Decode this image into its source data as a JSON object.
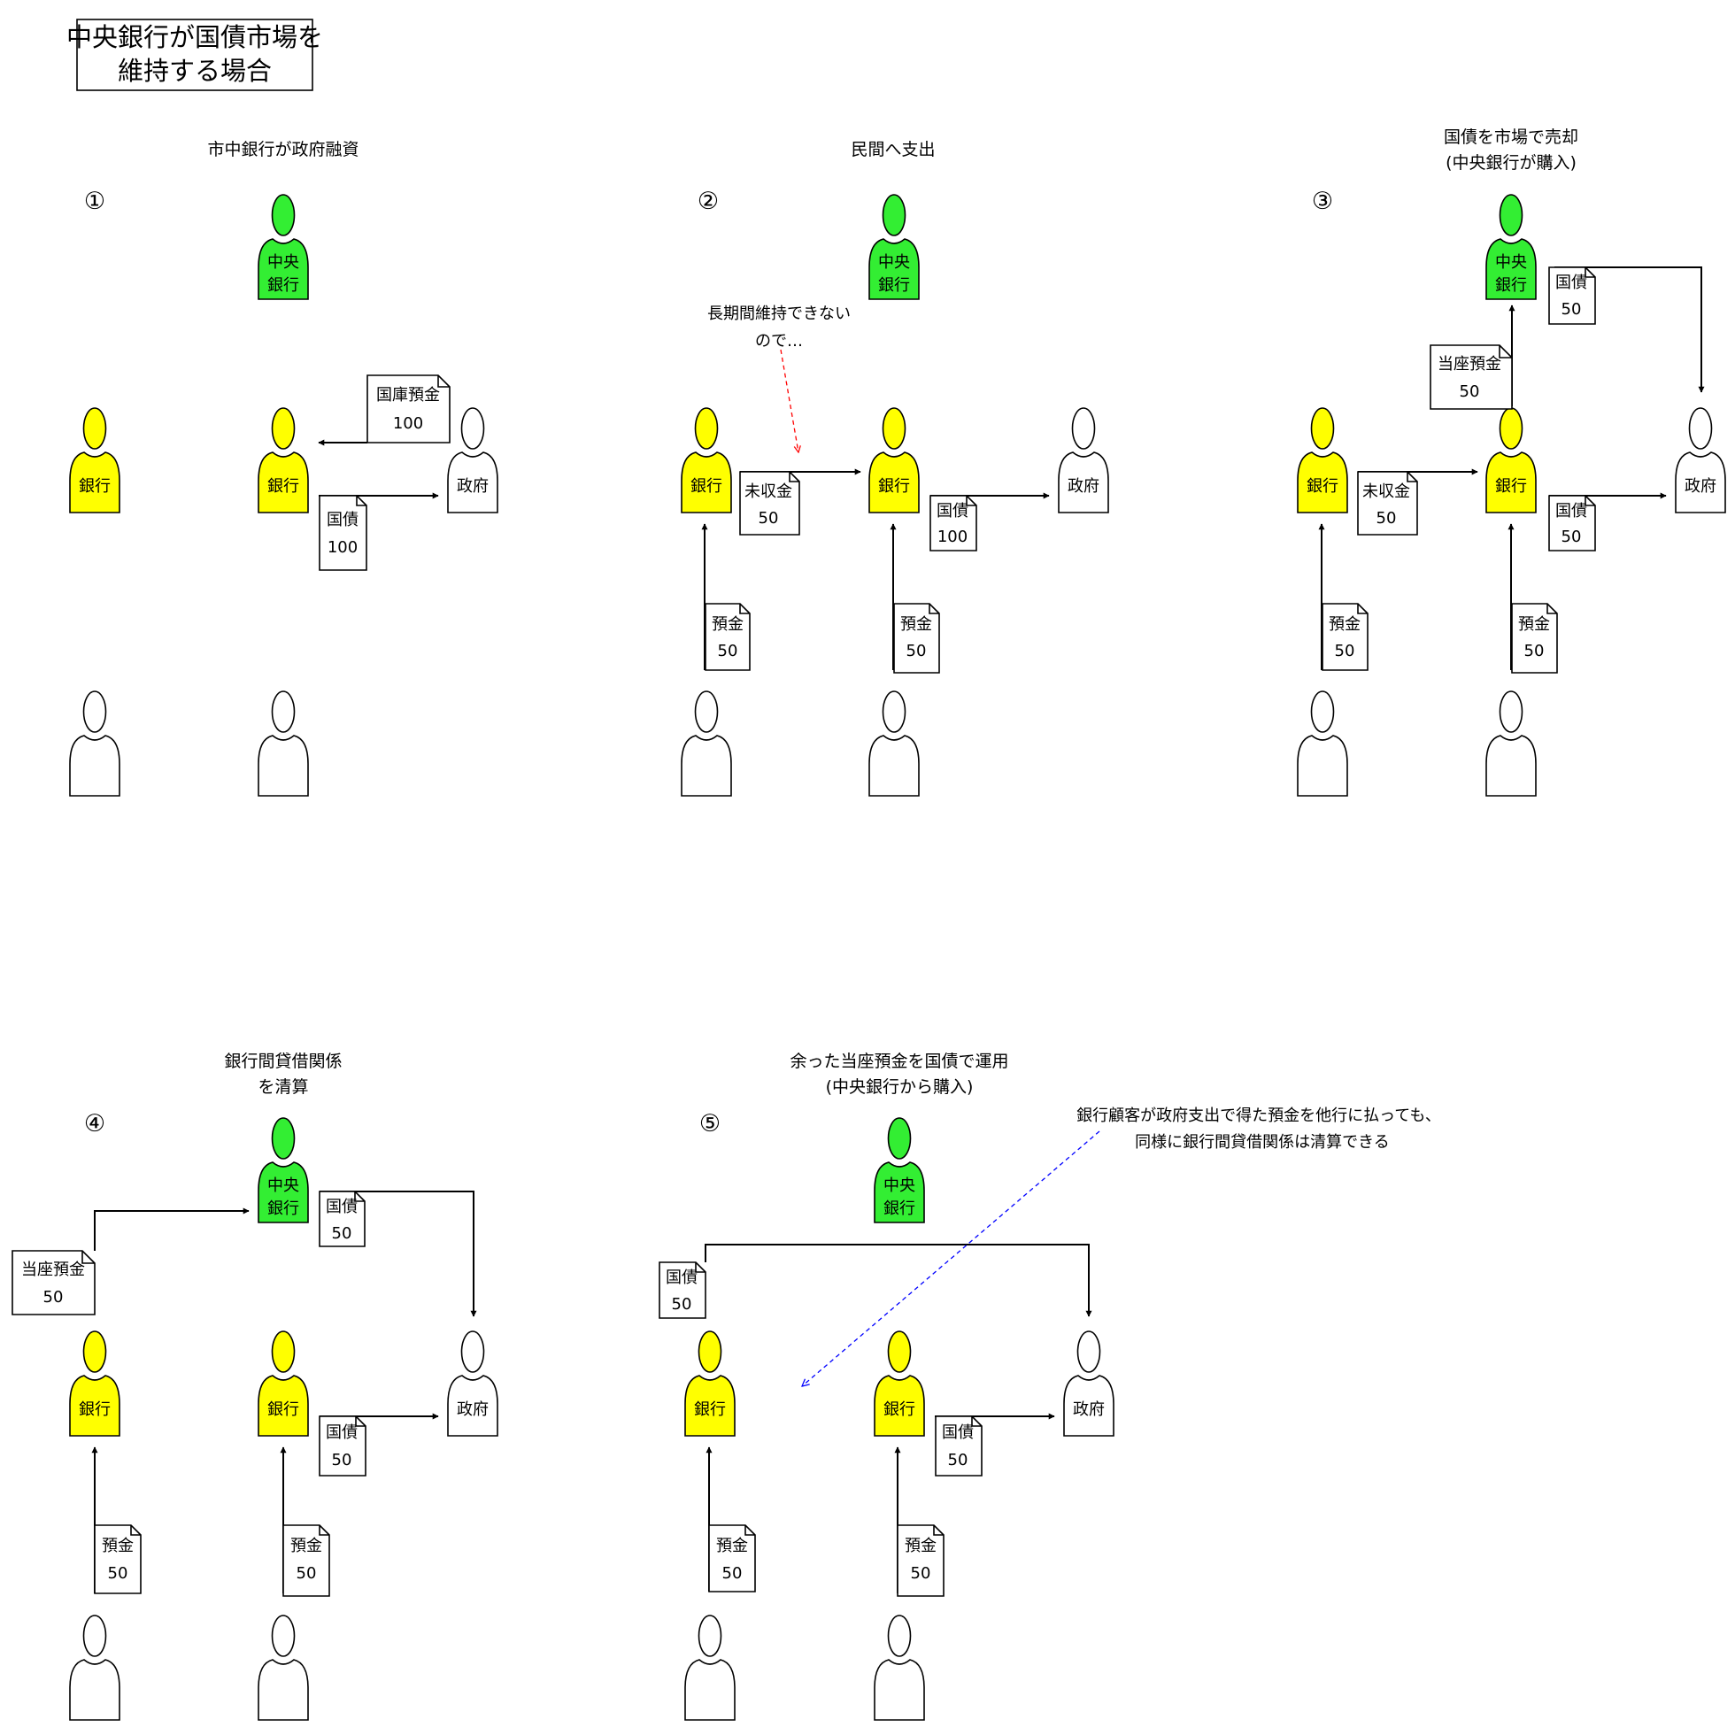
{
  "title": {
    "line1": "中央銀行が国債市場を",
    "line2": "維持する場合"
  },
  "labels": {
    "central_bank_l1": "中央",
    "central_bank_l2": "銀行",
    "bank": "銀行",
    "government": "政府"
  },
  "colors": {
    "central_bank": "#33ee33",
    "bank": "#ffff00",
    "person": "#ffffff",
    "note_red": "#ff0000",
    "note_blue": "#0000ff"
  },
  "icons": {
    "person": "person-icon",
    "document": "document-icon",
    "arrow": "arrow-icon"
  },
  "panels": [
    {
      "number": "①",
      "heading": [
        "市中銀行が政府融資"
      ],
      "docs": [
        {
          "l1": "国庫預金",
          "l2": "100"
        },
        {
          "l1": "国債",
          "l2": "100"
        }
      ]
    },
    {
      "number": "②",
      "heading": [
        "民間へ支出"
      ],
      "note": [
        "長期間維持できない",
        "ので…"
      ],
      "docs": [
        {
          "l1": "未収金",
          "l2": "50"
        },
        {
          "l1": "国債",
          "l2": "100"
        },
        {
          "l1": "預金",
          "l2": "50"
        },
        {
          "l1": "預金",
          "l2": "50"
        }
      ]
    },
    {
      "number": "③",
      "heading": [
        "国債を市場で売却",
        "(中央銀行が購入)"
      ],
      "docs": [
        {
          "l1": "国債",
          "l2": "50"
        },
        {
          "l1": "当座預金",
          "l2": "50"
        },
        {
          "l1": "未収金",
          "l2": "50"
        },
        {
          "l1": "国債",
          "l2": "50"
        },
        {
          "l1": "預金",
          "l2": "50"
        },
        {
          "l1": "預金",
          "l2": "50"
        }
      ]
    },
    {
      "number": "④",
      "heading": [
        "銀行間貸借関係",
        "を清算"
      ],
      "docs": [
        {
          "l1": "国債",
          "l2": "50"
        },
        {
          "l1": "当座預金",
          "l2": "50"
        },
        {
          "l1": "国債",
          "l2": "50"
        },
        {
          "l1": "預金",
          "l2": "50"
        },
        {
          "l1": "預金",
          "l2": "50"
        }
      ]
    },
    {
      "number": "⑤",
      "heading": [
        "余った当座預金を国債で運用",
        "(中央銀行から購入)"
      ],
      "note": [
        "銀行顧客が政府支出で得た預金を他行に払っても、",
        "同様に銀行間貸借関係は清算できる"
      ],
      "docs": [
        {
          "l1": "国債",
          "l2": "50"
        },
        {
          "l1": "国債",
          "l2": "50"
        },
        {
          "l1": "預金",
          "l2": "50"
        },
        {
          "l1": "預金",
          "l2": "50"
        }
      ]
    }
  ]
}
